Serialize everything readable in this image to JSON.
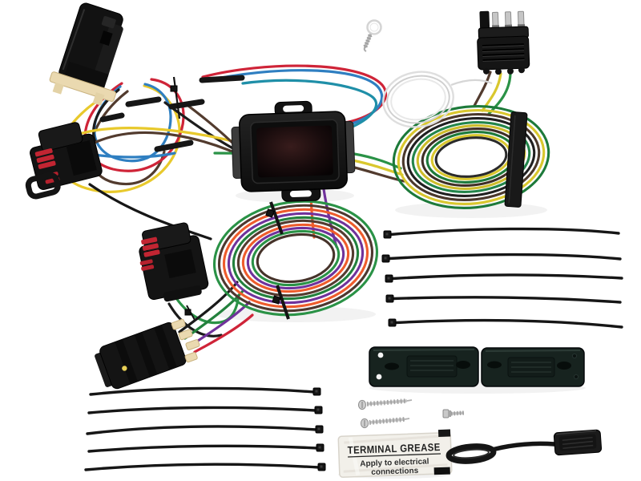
{
  "scene": {
    "type": "product-photograph",
    "subject": "Vehicle-to-trailer wiring harness kit laid out on a white background: plug-in vehicle connectors, converter module, coiled bonded trailer wire, 4-way flat connector, cable ties, mounting brackets, screws, terminal grease packet and connector dust cover",
    "background": "#ffffff"
  },
  "grease_packet": {
    "title": "TERMINAL GREASE",
    "line1": "Apply to electrical",
    "line2": "connections"
  },
  "palette": {
    "plastic_black": "#141414",
    "wire_yellow": "#e8c92c",
    "wire_red": "#cf2438",
    "wire_blue": "#2f7fc1",
    "wire_teal": "#1f8fa8",
    "wire_green": "#2a9246",
    "wire_dark_green": "#1d7a3a",
    "wire_orange": "#ee5c2c",
    "wire_purple": "#70329b",
    "wire_brown": "#523b2e",
    "wire_white": "#dedede",
    "bonded_wire_yellow": "#d9c72e",
    "connector_seal_red": "#c22532",
    "terminal_tan": "#ead9b0",
    "metal_silver": "#c6c6c6",
    "bracket_black": "#17231f",
    "packet_white": "#f2f0ea"
  },
  "counts": {
    "vehicle_connectors": 4,
    "cable_ties_right_group": 5,
    "cable_ties_bottom_group": 5,
    "mounting_brackets": 2,
    "long_screws": 2,
    "short_screws": 1,
    "grease_packets": 1
  },
  "components": [
    {
      "name": "top-left-vehicle-connector",
      "description": "black plug-in connector with tan retainer clip"
    },
    {
      "name": "left-vehicle-connector",
      "description": "black weather-pack connector with red seals and pull loop"
    },
    {
      "name": "mid-left-vehicle-connector",
      "description": "black weather-pack connector with red seals"
    },
    {
      "name": "bottom-left-vehicle-connector",
      "description": "black plug connector with tan terminals"
    },
    {
      "name": "converter-module",
      "description": "black converter / tail light module with mounting tabs"
    },
    {
      "name": "upper-wire-bundle",
      "description": "looped yellow, red, blue, brown and black wires with heat-shrink splices"
    },
    {
      "name": "mid-wire-coil",
      "description": "coiled green, orange, purple and brown wires bound with cable ties"
    },
    {
      "name": "trailer-wire-coil",
      "description": "coiled bonded green, yellow and brown trailer wire with black wrap"
    },
    {
      "name": "four-way-flat-connector",
      "description": "4-way flat trailer connector with metal blade terminals"
    },
    {
      "name": "eyelet-screw",
      "description": "small self-tapping screw with wire eyelet"
    },
    {
      "name": "white-wire-coil",
      "description": "small coil of white wire"
    },
    {
      "name": "cable-ties-right",
      "description": "five black nylon cable ties, heads left"
    },
    {
      "name": "cable-ties-bottom",
      "description": "five black nylon cable ties, heads right"
    },
    {
      "name": "mounting-brackets",
      "description": "two black mounting brackets with slots and holes"
    },
    {
      "name": "mounting-screws",
      "description": "two long pan-head screws and one short hex screw"
    },
    {
      "name": "terminal-grease-packet",
      "description": "white grease packet with printed label"
    },
    {
      "name": "dust-cover-tether",
      "description": "black 4-way flat dust cover with tether ring"
    }
  ]
}
